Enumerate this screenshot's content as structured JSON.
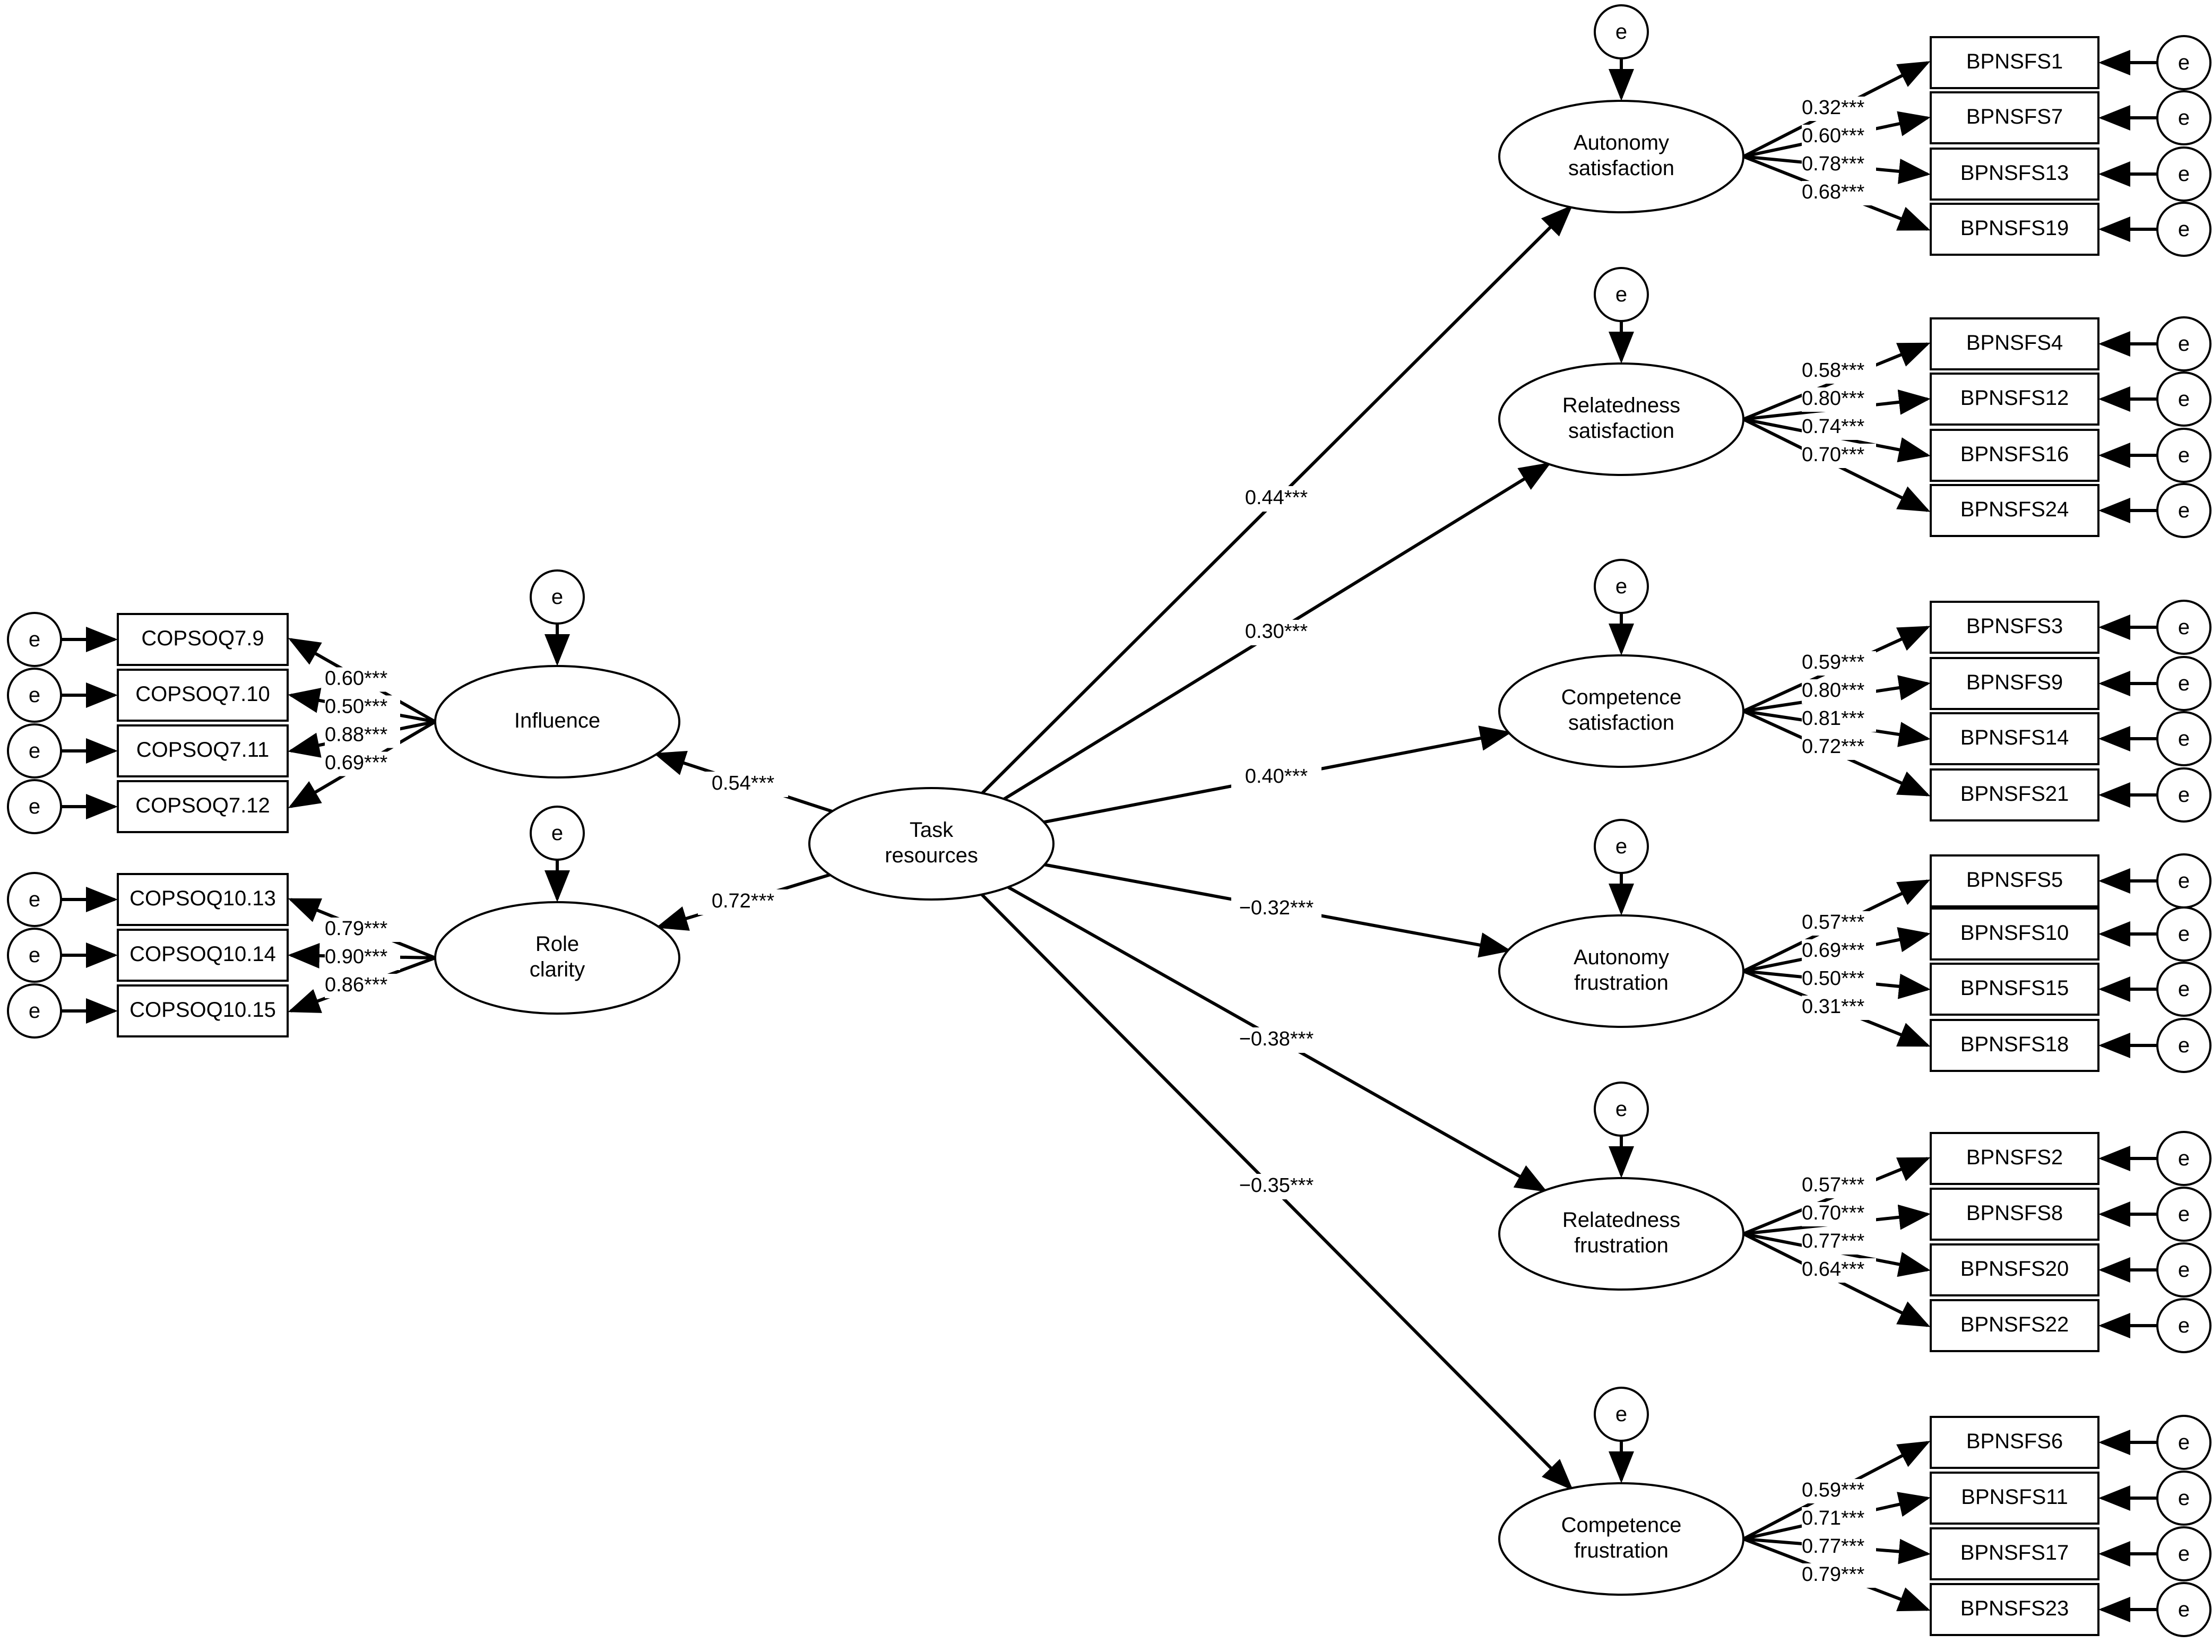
{
  "error_label": "e",
  "latents": {
    "task": "Task\nresources",
    "influence": "Influence",
    "role": "Role\nclarity",
    "aut_sat": "Autonomy\nsatisfaction",
    "rel_sat": "Relatedness\nsatisfaction",
    "com_sat": "Competence\nsatisfaction",
    "aut_fru": "Autonomy\nfrustration",
    "rel_fru": "Relatedness\nfrustration",
    "com_fru": "Competence\nfrustration"
  },
  "structural_paths": [
    {
      "from": "task",
      "to": "influence",
      "coef": "0.54***"
    },
    {
      "from": "task",
      "to": "role",
      "coef": "0.72***"
    },
    {
      "from": "task",
      "to": "aut_sat",
      "coef": "0.44***"
    },
    {
      "from": "task",
      "to": "rel_sat",
      "coef": "0.30***"
    },
    {
      "from": "task",
      "to": "com_sat",
      "coef": "0.40***"
    },
    {
      "from": "task",
      "to": "aut_fru",
      "coef": "−0.32***"
    },
    {
      "from": "task",
      "to": "rel_fru",
      "coef": "−0.38***"
    },
    {
      "from": "task",
      "to": "com_fru",
      "coef": "−0.35***"
    }
  ],
  "measurement": {
    "influence": [
      {
        "item": "COPSOQ7.9",
        "loading": "0.60***"
      },
      {
        "item": "COPSOQ7.10",
        "loading": "0.50***"
      },
      {
        "item": "COPSOQ7.11",
        "loading": "0.88***"
      },
      {
        "item": "COPSOQ7.12",
        "loading": "0.69***"
      }
    ],
    "role": [
      {
        "item": "COPSOQ10.13",
        "loading": "0.79***"
      },
      {
        "item": "COPSOQ10.14",
        "loading": "0.90***"
      },
      {
        "item": "COPSOQ10.15",
        "loading": "0.86***"
      }
    ],
    "aut_sat": [
      {
        "item": "BPNSFS1",
        "loading": "0.32***"
      },
      {
        "item": "BPNSFS7",
        "loading": "0.60***"
      },
      {
        "item": "BPNSFS13",
        "loading": "0.78***"
      },
      {
        "item": "BPNSFS19",
        "loading": "0.68***"
      }
    ],
    "rel_sat": [
      {
        "item": "BPNSFS4",
        "loading": "0.58***"
      },
      {
        "item": "BPNSFS12",
        "loading": "0.80***"
      },
      {
        "item": "BPNSFS16",
        "loading": "0.74***"
      },
      {
        "item": "BPNSFS24",
        "loading": "0.70***"
      }
    ],
    "com_sat": [
      {
        "item": "BPNSFS3",
        "loading": "0.59***"
      },
      {
        "item": "BPNSFS9",
        "loading": "0.80***"
      },
      {
        "item": "BPNSFS14",
        "loading": "0.81***"
      },
      {
        "item": "BPNSFS21",
        "loading": "0.72***"
      }
    ],
    "aut_fru": [
      {
        "item": "BPNSFS5",
        "loading": "0.57***"
      },
      {
        "item": "BPNSFS10",
        "loading": "0.69***"
      },
      {
        "item": "BPNSFS15",
        "loading": "0.50***"
      },
      {
        "item": "BPNSFS18",
        "loading": "0.31***"
      }
    ],
    "rel_fru": [
      {
        "item": "BPNSFS2",
        "loading": "0.57***"
      },
      {
        "item": "BPNSFS8",
        "loading": "0.70***"
      },
      {
        "item": "BPNSFS20",
        "loading": "0.77***"
      },
      {
        "item": "BPNSFS22",
        "loading": "0.64***"
      }
    ],
    "com_fru": [
      {
        "item": "BPNSFS6",
        "loading": "0.59***"
      },
      {
        "item": "BPNSFS11",
        "loading": "0.71***"
      },
      {
        "item": "BPNSFS17",
        "loading": "0.77***"
      },
      {
        "item": "BPNSFS23",
        "loading": "0.79***"
      }
    ]
  }
}
